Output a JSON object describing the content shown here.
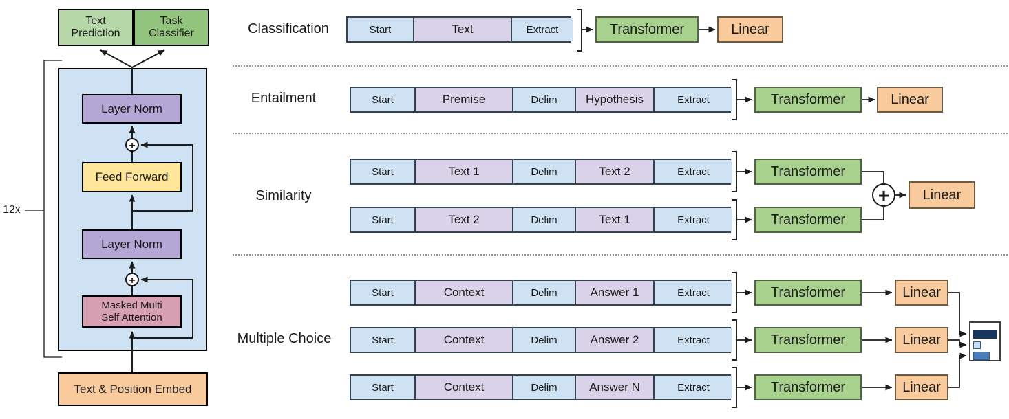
{
  "palette": {
    "panel_blue": "#cfe2f3",
    "token_blue": "#cfe2f3",
    "token_purple": "#d9d2e9",
    "output_green_light": "#b6d7a8",
    "output_green_dark": "#93c47d",
    "transformer_green": "#a9d18e",
    "linear_orange": "#f9cb9c",
    "layer_norm_purple": "#b4a7d6",
    "feed_forward_yellow": "#ffe599",
    "attention_pink": "#d79fb2",
    "chart_bar_dark": "#17365d",
    "chart_bar_pale": "#c9ddf0",
    "chart_bar_mid": "#4a7ebb"
  },
  "left": {
    "repeat_label": "12x",
    "text_prediction": "Text Prediction",
    "task_classifier": "Task Classifier",
    "layer_norm_top": "Layer Norm",
    "feed_forward": "Feed Forward",
    "layer_norm_bottom": "Layer Norm",
    "masked_attention": "Masked Multi Self Attention",
    "embed": "Text & Position Embed",
    "plus": "+"
  },
  "tasks": {
    "classification": {
      "label": "Classification",
      "tokens": [
        "Start",
        "Text",
        "Extract"
      ],
      "transformer": "Transformer",
      "linear": "Linear"
    },
    "entailment": {
      "label": "Entailment",
      "tokens": [
        "Start",
        "Premise",
        "Delim",
        "Hypothesis",
        "Extract"
      ],
      "transformer": "Transformer",
      "linear": "Linear"
    },
    "similarity": {
      "label": "Similarity",
      "row1_tokens": [
        "Start",
        "Text 1",
        "Delim",
        "Text 2",
        "Extract"
      ],
      "row2_tokens": [
        "Start",
        "Text 2",
        "Delim",
        "Text 1",
        "Extract"
      ],
      "transformer1": "Transformer",
      "transformer2": "Transformer",
      "plus": "+",
      "linear": "Linear"
    },
    "multiple_choice": {
      "label": "Multiple Choice",
      "row1_tokens": [
        "Start",
        "Context",
        "Delim",
        "Answer 1",
        "Extract"
      ],
      "row2_tokens": [
        "Start",
        "Context",
        "Delim",
        "Answer 2",
        "Extract"
      ],
      "row3_tokens": [
        "Start",
        "Context",
        "Delim",
        "Answer N",
        "Extract"
      ],
      "transformer1": "Transformer",
      "transformer2": "Transformer",
      "transformer3": "Transformer",
      "linear1": "Linear",
      "linear2": "Linear",
      "linear3": "Linear",
      "output_icon": "bar-chart-icon"
    }
  }
}
